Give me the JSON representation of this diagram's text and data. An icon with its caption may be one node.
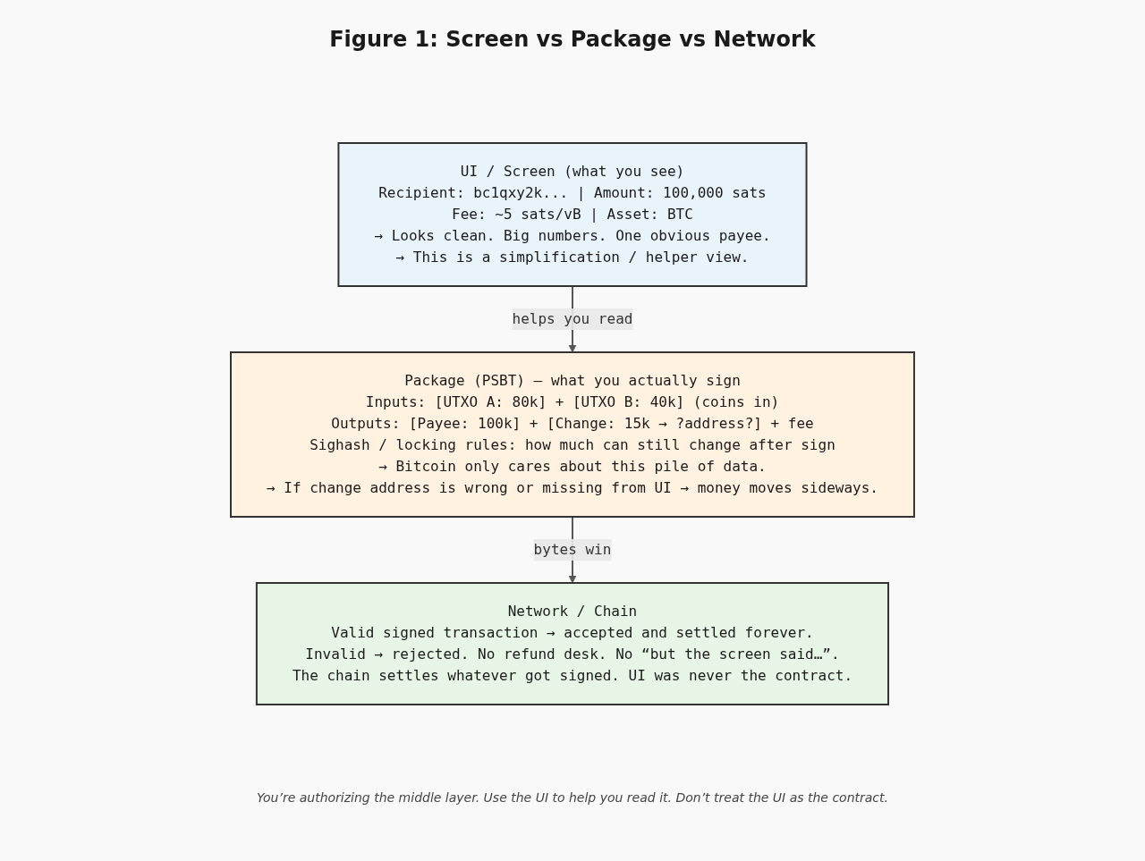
{
  "diagram": {
    "title": "Figure 1: Screen vs Package vs Network",
    "caption": "You’re authorizing the middle layer. Use the UI to help you read it. Don’t treat the UI as the contract.",
    "nodes": [
      {
        "text": [
          "UI / Screen (what you see)",
          "Recipient: bc1qxy2k... | Amount: 100,000 sats",
          "Fee: ~5 sats/vB | Asset: BTC",
          "→ Looks clean. Big numbers. One obvious payee.",
          "→ This is a simplification / helper view."
        ]
      },
      {
        "text": [
          "Package (PSBT) — what you actually sign",
          "Inputs: [UTXO A: 80k] + [UTXO B: 40k] (coins in)",
          "Outputs: [Payee: 100k] + [Change: 15k → ?address?] + fee",
          "Sighash / locking rules: how much can still change after sign",
          "→ Bitcoin only cares about this pile of data.",
          "→ If change address is wrong or missing from UI → money moves sideways."
        ]
      },
      {
        "text": [
          "Network / Chain",
          "Valid signed transaction → accepted and settled forever.",
          "Invalid → rejected. No refund desk. No “but the screen said…”.",
          "The chain settles whatever got signed. UI was never the contract."
        ]
      }
    ],
    "edges": [
      {
        "from": 0,
        "to": 1,
        "arrow": "to",
        "label": "helps you read"
      },
      {
        "from": 1,
        "to": 2,
        "arrow": "to",
        "label": "bytes win"
      }
    ]
  }
}
